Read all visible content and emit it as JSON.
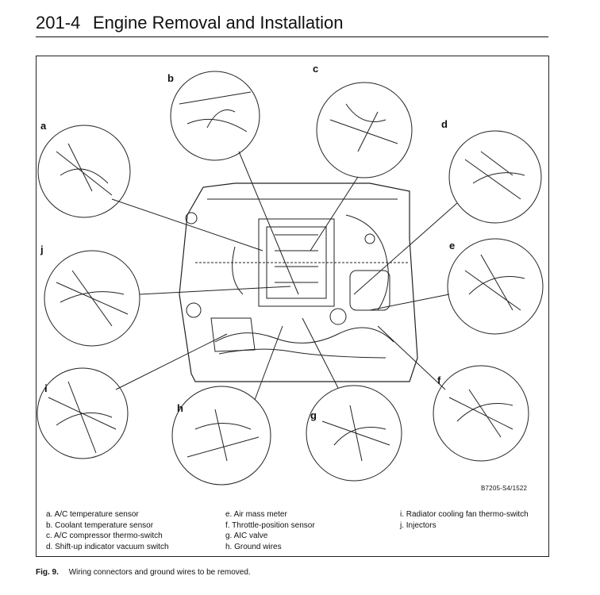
{
  "header": {
    "section_number": "201-4",
    "section_title": "Engine Removal and Installation"
  },
  "callouts": {
    "a": "a",
    "b": "b",
    "c": "c",
    "d": "d",
    "e": "e",
    "f": "f",
    "g": "g",
    "h": "h",
    "i": "i",
    "j": "j"
  },
  "figure_code": "B7205-S4/1522",
  "legend": [
    [
      "a.  A/C temperature sensor",
      "b.  Coolant temperature sensor",
      "c.  A/C compressor thermo-switch",
      "d.  Shift-up indicator vacuum switch"
    ],
    [
      "e.  Air mass meter",
      "f.   Throttle-position sensor",
      "g.  AIC valve",
      "h.  Ground wires"
    ],
    [
      "i.   Radiator cooling fan thermo-switch",
      "j.   Injectors"
    ]
  ],
  "caption": {
    "number": "Fig. 9.",
    "text": "Wiring connectors and ground wires to be removed."
  }
}
